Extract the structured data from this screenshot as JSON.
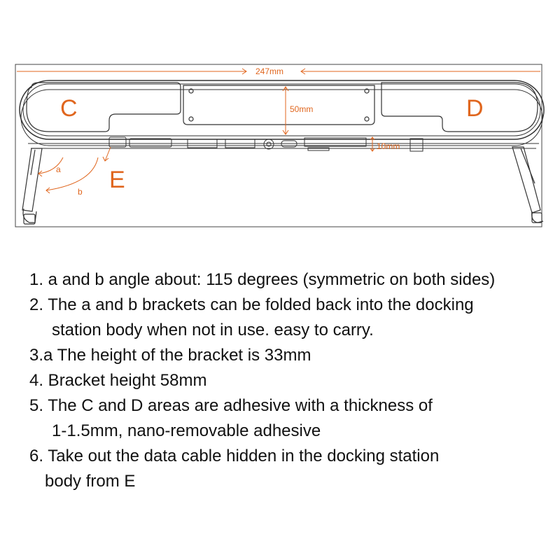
{
  "diagram": {
    "accent_color": "#e0661e",
    "dimension_width": "247mm",
    "dimension_height": "50mm",
    "dimension_depth": "10mm",
    "label_c": "C",
    "label_d": "D",
    "label_e": "E",
    "label_a": "a",
    "label_b": "b"
  },
  "notes": [
    {
      "lines": [
        "1. a and b angle about: 115 degrees (symmetric on both sides)"
      ]
    },
    {
      "lines": [
        "2. The a and b brackets can be folded back into the docking",
        "station body when not in use. easy to carry."
      ]
    },
    {
      "lines": [
        "3.a The height of the bracket is 33mm"
      ]
    },
    {
      "lines": [
        "4. Bracket height 58mm"
      ]
    },
    {
      "lines": [
        "5. The C and D areas are adhesive with a thickness of",
        "1-1.5mm, nano-removable adhesive"
      ]
    },
    {
      "lines": [
        "6. Take out the data cable hidden in the docking station",
        "body from E"
      ]
    }
  ]
}
